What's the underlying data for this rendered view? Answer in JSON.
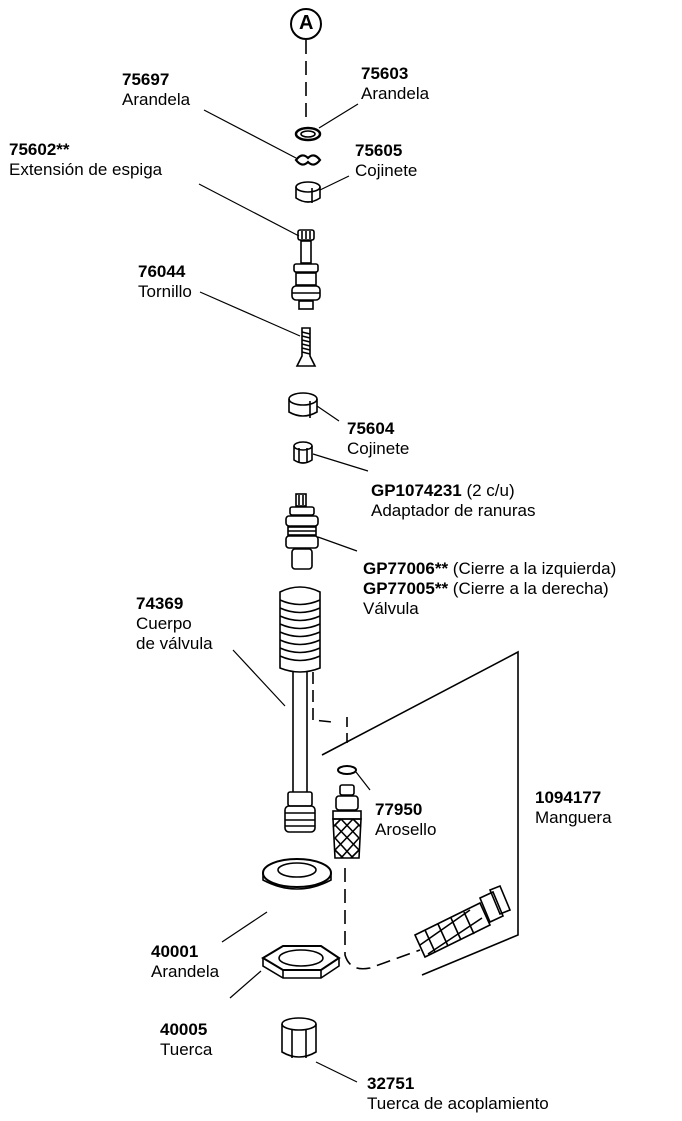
{
  "callout": "A",
  "parts": {
    "p75697": {
      "number": "75697",
      "name": "Arandela"
    },
    "p75603": {
      "number": "75603",
      "name": "Arandela"
    },
    "p75602": {
      "number": "75602**",
      "name": "Extensión de espiga"
    },
    "p75605": {
      "number": "75605",
      "name": "Cojinete"
    },
    "p76044": {
      "number": "76044",
      "name": "Tornillo"
    },
    "p75604": {
      "number": "75604",
      "name": "Cojinete"
    },
    "pGP1074231": {
      "number": "GP1074231",
      "qty": " (2 c/u)",
      "name": "Adaptador de ranuras"
    },
    "pGP77006": {
      "number": "GP77006**",
      "note": " (Cierre a la izquierda)"
    },
    "pGP77005": {
      "number": "GP77005**",
      "note": " (Cierre a la derecha)",
      "name": "Válvula"
    },
    "p74369": {
      "number": "74369",
      "name_line1": "Cuerpo",
      "name_line2": "de válvula"
    },
    "p77950": {
      "number": "77950",
      "name": "Arosello"
    },
    "p1094177": {
      "number": "1094177",
      "name": "Manguera"
    },
    "p40001": {
      "number": "40001",
      "name": "Arandela"
    },
    "p40005": {
      "number": "40005",
      "name": "Tuerca"
    },
    "p32751": {
      "number": "32751",
      "name": "Tuerca de acoplamiento"
    }
  }
}
